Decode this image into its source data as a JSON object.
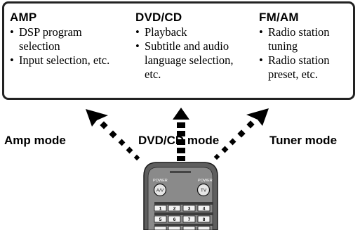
{
  "panel": {
    "columns": [
      {
        "title": "AMP",
        "items": [
          "DSP program selection",
          "Input selection, etc."
        ]
      },
      {
        "title": "DVD/CD",
        "items": [
          "Playback",
          "Subtitle and audio language selection, etc."
        ]
      },
      {
        "title": "FM/AM",
        "items": [
          "Radio station tuning",
          "Radio station preset, etc."
        ]
      }
    ],
    "bullet": "•"
  },
  "modes": {
    "amp": "Amp mode",
    "dvd": "DVD/CD mode",
    "tuner": "Tuner mode"
  },
  "remote": {
    "power_left_label": "POWER",
    "power_right_label": "POWER",
    "power_left_icon": "A/V",
    "power_right_icon": "TV",
    "keys": [
      "1",
      "2",
      "3",
      "4",
      "5",
      "6",
      "7",
      "8"
    ]
  }
}
